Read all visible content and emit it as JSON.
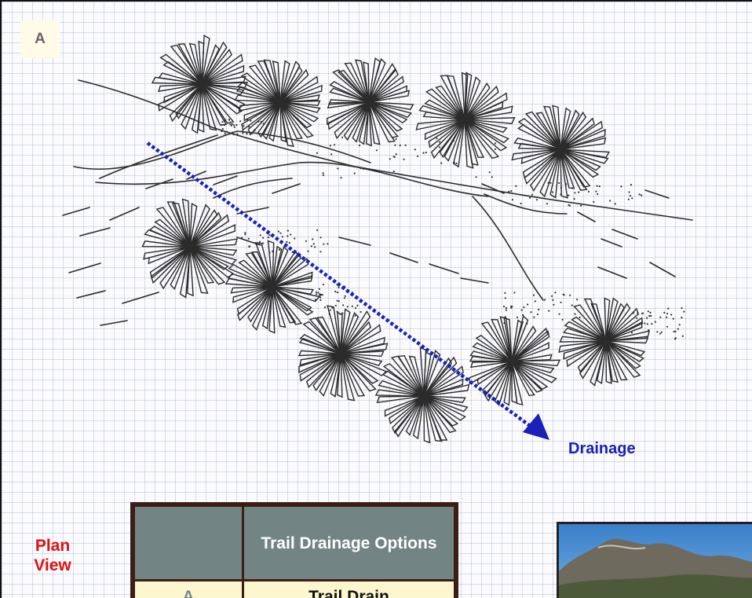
{
  "corner_label": "A",
  "arrow_label": "Drainage",
  "view_label": [
    "Plan",
    "View"
  ],
  "legend": {
    "header": [
      "",
      "Trail Drainage Options"
    ],
    "rows": [
      {
        "code": "A",
        "option": "Trail Drain"
      }
    ]
  },
  "colors": {
    "arrow": "#1a20b8",
    "view_label": "#e01010",
    "legend_header": "#738485",
    "legend_cell": "#fdf7cf",
    "legend_border": "#3b1f16"
  }
}
